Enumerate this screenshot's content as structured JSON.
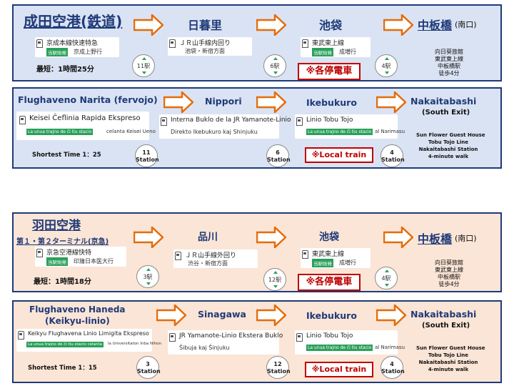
{
  "colors": {
    "title_blue": "#1f3a78",
    "arrow_orange": "#e46c0a",
    "badge_green": "#2aa05a",
    "local_red": "#c00000",
    "panel_blue": "#dae3f3",
    "panel_peach": "#fbe5d6"
  },
  "narita_jp": {
    "origin": "成田空港(鉄道)",
    "stop1": "日暮里",
    "stop2": "池袋",
    "dest": "中板橋",
    "dest_suffix": "(南口)",
    "line1": "京成本線快速特急",
    "badge1": "当駅始発",
    "dir1": "京成上野行",
    "line2": "ＪＲ山手線内回り",
    "dir2": "池袋・新宿方面",
    "line3": "東武東上線",
    "badge3": "当駅始発",
    "dir3": "成増行",
    "shortest": "最短：1時間25分",
    "count2": "11駅",
    "count3": "6駅",
    "count4": "4駅",
    "local": "※各停電車",
    "walk": [
      "向日葵旅館",
      "東武東上線",
      "中板橋駅",
      "徒歩4分"
    ]
  },
  "narita_en": {
    "origin": "Flughaveno Narita (fervojo)",
    "stop1": "Nippori",
    "stop2": "Ikebukuro",
    "dest": "Nakaitabashi",
    "dest_suffix": "(South  Exit)",
    "line1": "Keisei Ĉeflinia Rapida Ekspreso",
    "badge1": "La unua trajno de ĉi tiu stacio",
    "dir1": "celanta Keisei Ueno",
    "line2": "Interna Buklo de la JR Yamanote-Linio",
    "dir2": "Direkto Ikebukuro kaj Shinjuku",
    "line3": "Linio Tobu Tojo",
    "badge3": "La unua trajno de ĉi tiu stacio",
    "dir3": "al Narimasu",
    "shortest": "Shortest Time  1：25",
    "count2": [
      "11",
      "Station"
    ],
    "count3": [
      "6",
      "Station"
    ],
    "count4": [
      "4",
      "Station"
    ],
    "local": "※Local train",
    "walk": [
      "Sun Flower Guest House",
      "Tobu Tojo Line",
      "Nakaitabashi Station",
      "4-minute walk"
    ]
  },
  "haneda_jp": {
    "origin": "羽田空港",
    "origin2": "第１・第２ターミナル(京急)",
    "stop1": "品川",
    "stop2": "池袋",
    "dest": "中板橋",
    "dest_suffix": "(南口)",
    "line1": "京急空港線快特",
    "badge1": "当駅始発",
    "dir1": "印旛日本医大行",
    "line2": "ＪＲ山手線外回り",
    "dir2": "渋谷・新宿方面",
    "line3": "東武東上線",
    "badge3": "当駅始発",
    "dir3": "成増行",
    "shortest": "最短：1時間18分",
    "count2": "3駅",
    "count3": "12駅",
    "count4": "4駅",
    "local": "※各停電車",
    "walk": [
      "向日葵旅館",
      "東武東上線",
      "中板橋駅",
      "徒歩4分"
    ]
  },
  "haneda_en": {
    "origin": "Flughaveno Haneda",
    "origin2": "(Keikyu-linio)",
    "stop1": "Sinagawa",
    "stop2": "Ikebukuro",
    "dest": "Nakaitabashi",
    "dest_suffix": "(South  Exit)",
    "line1": "Keikyu Flughavena Linio Limigita Ekspreso",
    "badge1": "La unua trajno de ĉi tiu stacio celanta",
    "dir1": "la Universitaton Inba Nihon",
    "line2": "JR Yamanote-Linio Ekstera Buklo",
    "dir2": "Ŝibuja kaj Ŝinjuku",
    "line3": "Linio Tobu Tojo",
    "badge3": "La unua trajno de ĉi tiu stacio",
    "dir3": "al Narimasu",
    "shortest": "Shortest Time  1：15",
    "count2": [
      "3",
      "Station"
    ],
    "count3": [
      "12",
      "Station"
    ],
    "count4": [
      "4",
      "Station"
    ],
    "local": "※Local train",
    "walk": [
      "Sun Flower Guest House",
      "Tobu Tojo Line",
      "Nakaitabashi Station",
      "4-minute walk"
    ]
  }
}
